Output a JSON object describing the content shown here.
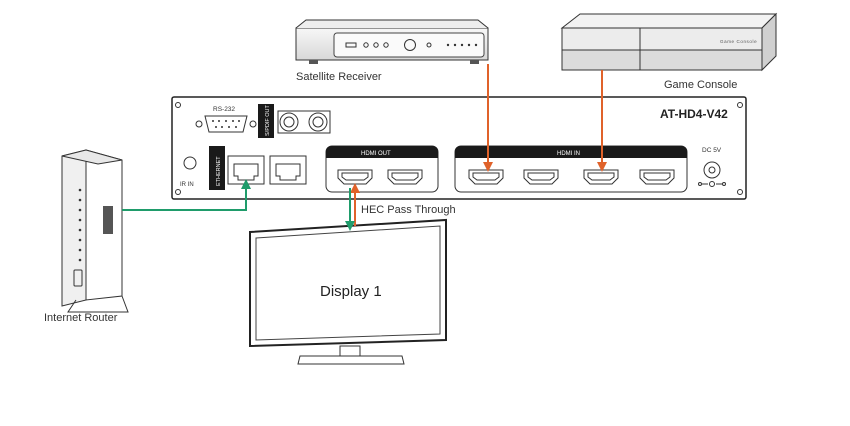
{
  "devices": {
    "satellite_receiver": {
      "label": "Satellite Receiver"
    },
    "game_console": {
      "label": "Game Console",
      "brand_text": "Game Console"
    },
    "internet_router": {
      "label": "Internet Router"
    },
    "display": {
      "label": "Display 1"
    }
  },
  "matrix": {
    "model": "AT-HD4-V42",
    "ports": {
      "rs232": "RS-232",
      "spdif": "S/PDIF OUT",
      "ir_in": "IR IN",
      "ethernet": "ETHERNET",
      "hdmi_out": "HDMI OUT",
      "hdmi_in": "HDMI IN",
      "dc": "DC 5V"
    }
  },
  "connections": {
    "hec_label": "HEC Pass Through"
  },
  "colors": {
    "hdmi_cable": "#e0622a",
    "network_cable": "#1f9c6b",
    "outline": "#333333",
    "port_band": "#1a1a1a"
  }
}
